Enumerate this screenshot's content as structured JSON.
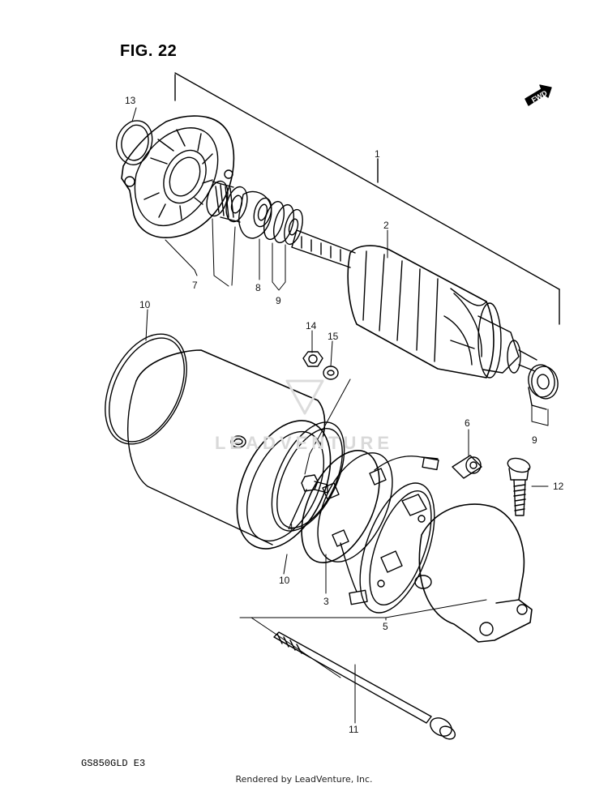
{
  "figure": {
    "title": "FIG. 22",
    "model_code": "GS850GLD  E3",
    "fwd_label": "FWD",
    "watermark": "LEADVENTURE",
    "footer": "Rendered by LeadVenture, Inc."
  },
  "callouts": {
    "p1": "1",
    "p2": "2",
    "p3": "3",
    "p4": "4",
    "p5": "5",
    "p6": "6",
    "p7": "7",
    "p8": "8",
    "p9a": "9",
    "p9b": "9",
    "p10a": "10",
    "p10b": "10",
    "p11": "11",
    "p12": "12",
    "p13": "13",
    "p14": "14",
    "p15": "15"
  },
  "colors": {
    "line": "#000000",
    "background": "#ffffff",
    "watermark": "#d9d9d9"
  }
}
